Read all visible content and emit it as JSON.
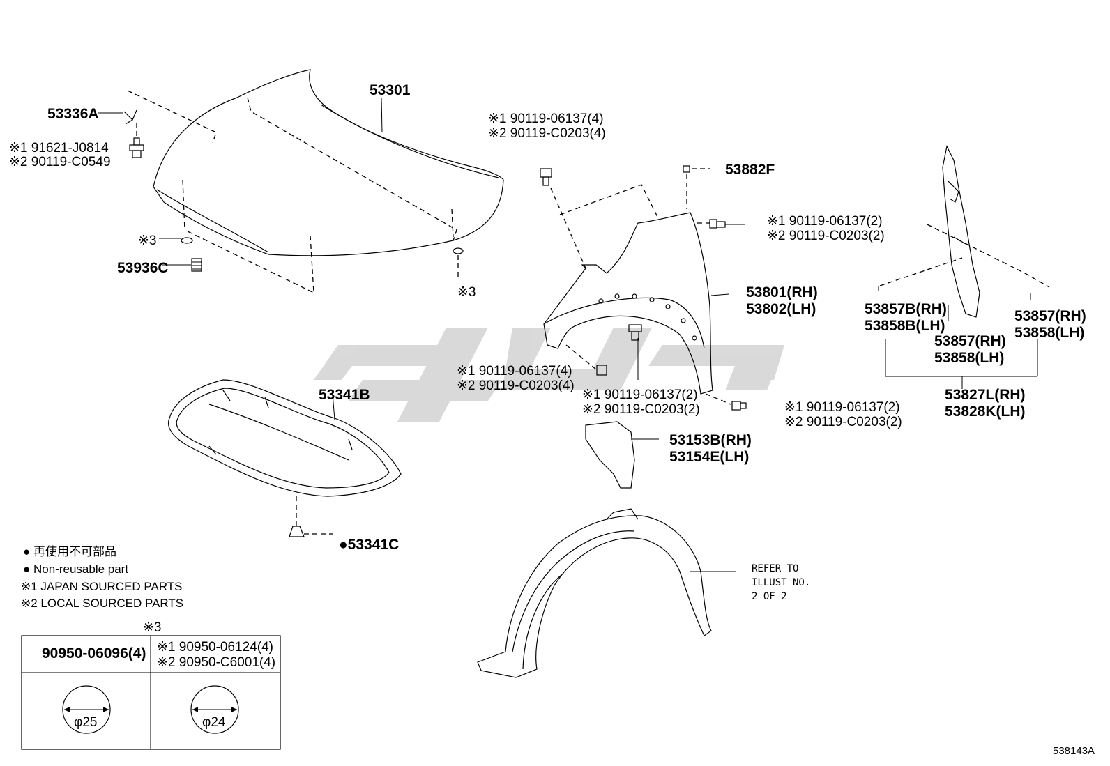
{
  "labels": {
    "hood": "53301",
    "hood_bracket": "53336A",
    "hood_bolt_1": "※1 91621-J0814",
    "hood_bolt_2": "※2 90119-C0549",
    "hood_plug_mark": "※3",
    "hood_cushion": "53936C",
    "hood_plug_mark_right": "※3",
    "insulator": "53341B",
    "insulator_clip": "●53341C",
    "fender_top_bolt_1": "※1 90119-06137(4)",
    "fender_top_bolt_2": "※2 90119-C0203(4)",
    "fender_clip": "53882F",
    "fender_side_bolt_1": "※1 90119-06137(2)",
    "fender_side_bolt_2": "※2 90119-C0203(2)",
    "fender_rh": "53801(RH)",
    "fender_lh": "53802(LH)",
    "fender_front_bolt_1": "※1 90119-06137(4)",
    "fender_front_bolt_2": "※2 90119-C0203(4)",
    "fender_mid_bolt_1": "※1 90119-06137(2)",
    "fender_mid_bolt_2": "※2 90119-C0203(2)",
    "fender_low_bolt_1": "※1 90119-06137(2)",
    "fender_low_bolt_2": "※2 90119-C0203(2)",
    "seal_rh": "53153B(RH)",
    "seal_lh": "53154E(LH)",
    "clip_b_rh": "53857B(RH)",
    "clip_b_lh": "53858B(LH)",
    "clip_c_rh": "53857(RH)",
    "clip_c_lh": "53858(LH)",
    "clip_d_rh": "53857(RH)",
    "clip_d_lh": "53858(LH)",
    "assy_rh": "53827L(RH)",
    "assy_lh": "53828K(LH)",
    "refer_1": "REFER TO",
    "refer_2": "ILLUST NO.",
    "refer_3": "2 OF 2",
    "illus_no": "538143A"
  },
  "legend": {
    "line1": "● 再使用不可部品",
    "line2": "● Non-reusable part",
    "line3": "※1 JAPAN SOURCED PARTS",
    "line4": "※2 LOCAL SOURCED PARTS"
  },
  "table": {
    "caption": "※3",
    "col1_part": "90950-06096(4)",
    "col2_part_1": "※1 90950-06124(4)",
    "col2_part_2": "※2 90950-C6001(4)",
    "col1_dim": "φ25",
    "col2_dim": "φ24"
  }
}
